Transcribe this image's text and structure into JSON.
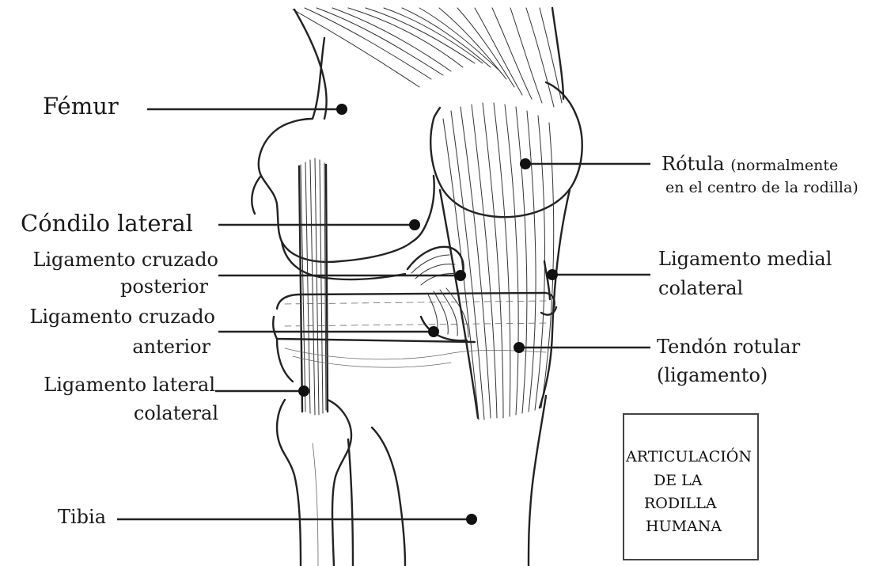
{
  "labels": {
    "femur": "Fémur",
    "rotula_main": "Rótula",
    "rotula_note_1": "(normalmente",
    "rotula_note_2": "en el centro de la rodilla)",
    "condilo": "Cóndilo lateral",
    "lcp_1": "Ligamento cruzado",
    "lcp_2": "posterior",
    "lca_1": "Ligamento cruzado",
    "lca_2": "anterior",
    "llc_1": "Ligamento lateral",
    "llc_2": "colateral",
    "lmc_1": "Ligamento medial",
    "lmc_2": "colateral",
    "tendon_1": "Tendón rotular",
    "tendon_2": "(ligamento)",
    "tibia": "Tibia"
  },
  "title_box": {
    "line1": "ARTICULACIÓN",
    "line2": "DE LA",
    "line3": "RODILLA",
    "line4": "HUMANA"
  }
}
